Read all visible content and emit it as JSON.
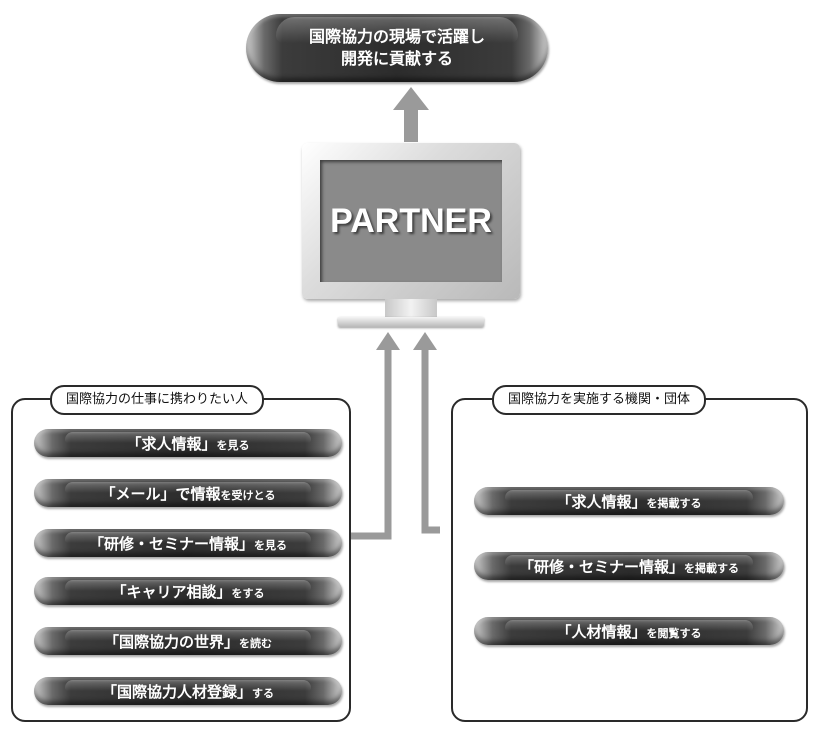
{
  "goal": {
    "line1": "国際協力の現場で活躍し",
    "line2": "開発に貢献する"
  },
  "monitor": {
    "label": "PARTNER"
  },
  "left_panel": {
    "title": "国際協力の仕事に携わりたい人",
    "items": [
      {
        "main": "「求人情報」",
        "suffix": "を見る"
      },
      {
        "main": "「メール」で情報",
        "suffix": "を受けとる"
      },
      {
        "main": "「研修・セミナー情報」",
        "suffix": "を見る"
      },
      {
        "main": "「キャリア相談」",
        "suffix": "をする"
      },
      {
        "main": "「国際協力の世界」",
        "suffix": "を読む"
      },
      {
        "main": "「国際協力人材登録」",
        "suffix": "する"
      }
    ]
  },
  "right_panel": {
    "title": "国際協力を実施する機関・団体",
    "items": [
      {
        "main": "「求人情報」",
        "suffix": "を掲載する"
      },
      {
        "main": "「研修・セミナー情報」",
        "suffix": "を掲載する"
      },
      {
        "main": "「人材情報」",
        "suffix": "を閲覧する"
      }
    ]
  },
  "colors": {
    "pill_dark": "#2c2c2c",
    "arrow_gray": "#9a9a9a",
    "screen_gray": "#8a8a8a",
    "border": "#2a2a2a"
  }
}
